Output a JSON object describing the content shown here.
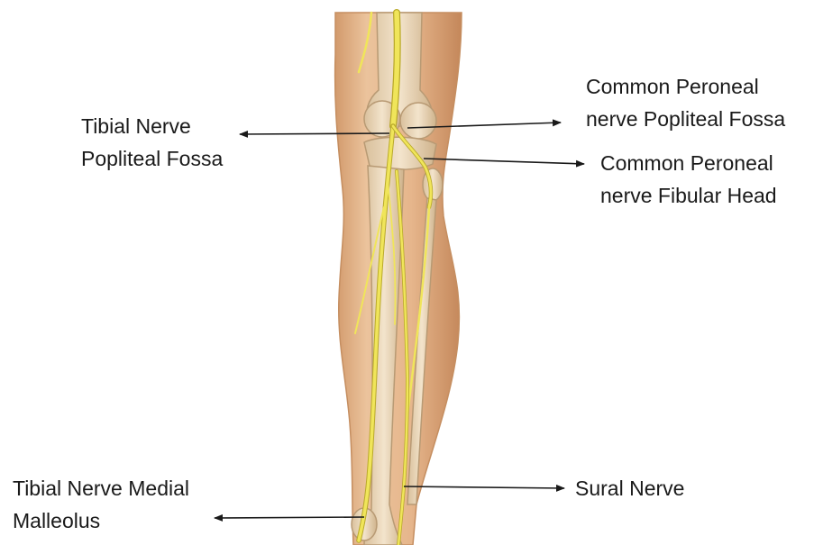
{
  "labels": {
    "tibial_popliteal": {
      "line1": "Tibial Nerve",
      "line2": "Popliteal Fossa"
    },
    "peroneal_popliteal": {
      "line1": "Common Peroneal",
      "line2": "nerve Popliteal Fossa"
    },
    "peroneal_fibular": {
      "line1": "Common Peroneal",
      "line2": "nerve Fibular Head"
    },
    "tibial_malleolus": {
      "line1": "Tibial Nerve Medial",
      "line2": "Malleolus"
    },
    "sural": {
      "line1": "Sural Nerve"
    }
  },
  "colors": {
    "skin": "#e2b48a",
    "skin_shadow": "#c98f62",
    "bone": "#ead7b8",
    "bone_outline": "#b89a74",
    "nerve": "#f0e55a",
    "nerve_outline": "#b9a92a",
    "arrow": "#1a1a1a"
  }
}
